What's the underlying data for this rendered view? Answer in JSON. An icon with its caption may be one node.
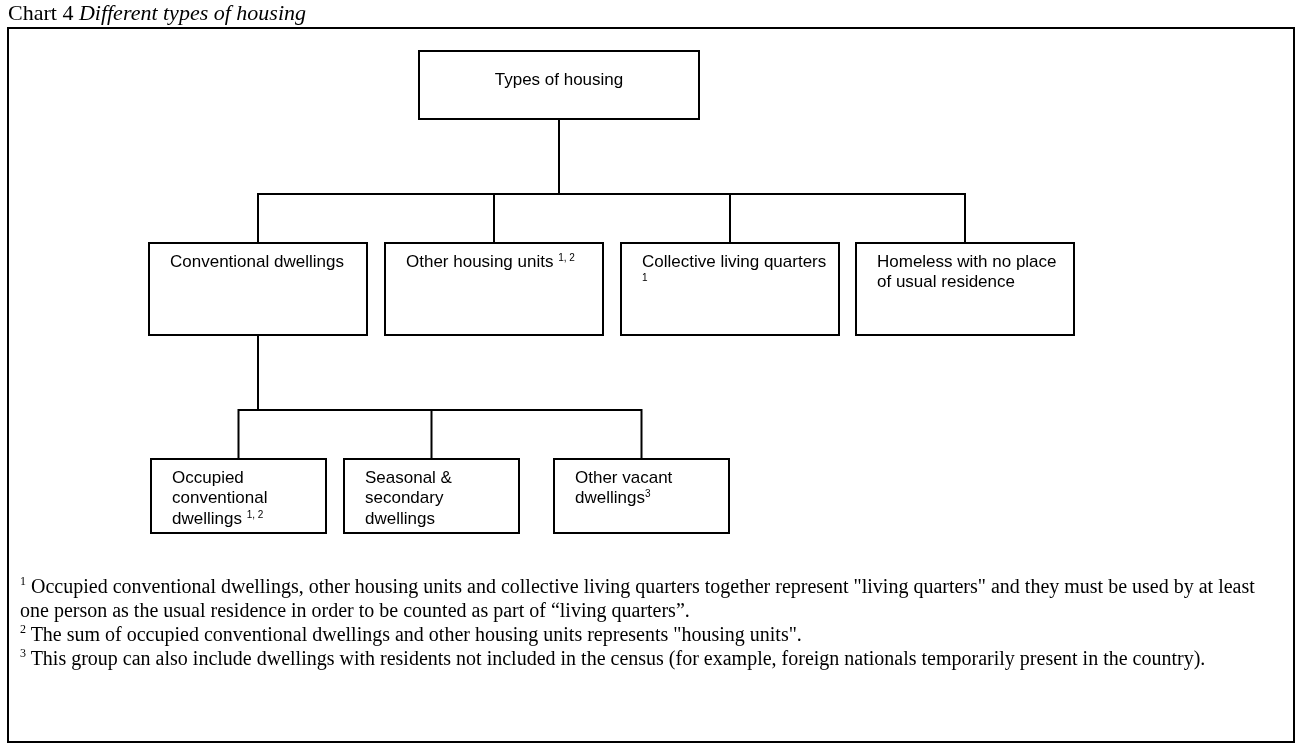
{
  "diagram": {
    "title": "Chart 4 *Different types of housing*",
    "nodes": [
      {
        "text": [
          "Types of housing"
        ]
      },
      {
        "text": [
          "Conventional dwellings"
        ]
      },
      {
        "text": [
          "Other housing units $^{1, 2}$"
        ]
      },
      {
        "text": [
          "Collective living quarters $^{1}$"
        ]
      },
      {
        "text": [
          "Homeless with no place of usual residence"
        ]
      },
      {
        "text": [
          "Occupied conventional dwellings $^{1, 2}$"
        ]
      },
      {
        "text": [
          "Seasonal & secondary dwellings"
        ]
      },
      {
        "text": [
          "Other vacant dwellings$^{3}$"
        ]
      }
    ],
    "edges": [
      {
        "from": 0,
        "to": 1,
        "arrow": "none"
      },
      {
        "from": 0,
        "to": 2,
        "arrow": "none"
      },
      {
        "from": 0,
        "to": 3,
        "arrow": "none"
      },
      {
        "from": 0,
        "to": 4,
        "arrow": "none"
      },
      {
        "from": 1,
        "to": 5,
        "arrow": "none"
      },
      {
        "from": 1,
        "to": 6,
        "arrow": "none"
      },
      {
        "from": 1,
        "to": 7,
        "arrow": "none"
      }
    ],
    "labels": [
      "$^{1}$ Occupied conventional dwellings, other housing units and collective living quarters together represent \"living quarters\" and they must be used by at least one person as the usual residence in order to be counted as part of “living quarters”.",
      "$^{2}$ The sum of occupied conventional dwellings and other housing units represents \"housing units\".",
      "$^{3}$ This group can also include dwellings with residents not included in the census (for example, foreign nationals temporarily present in the country)."
    ]
  }
}
